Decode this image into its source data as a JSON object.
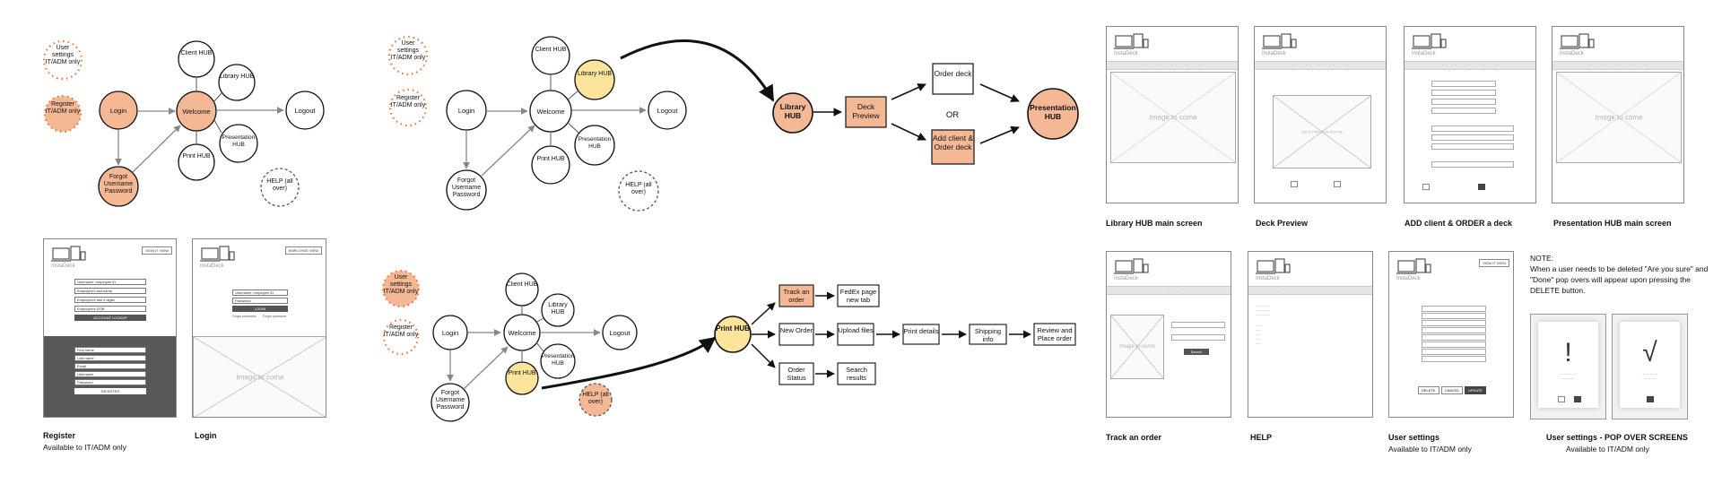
{
  "colors": {
    "orange": "#f5b895",
    "yellow": "#fce49b",
    "stroke": "#111111",
    "dotted_orange": "#e8743a",
    "arrow_gray": "#888888"
  },
  "flow1": {
    "user_settings": "User settings IT/ADM only",
    "register": "Register IT/ADM only",
    "login": "Login",
    "forgot": "Forgot Username Password",
    "welcome": "Welcome",
    "client_hub": "Client HUB",
    "library_hub": "Library HUB",
    "presentation_hub": "Presentation HUB",
    "print_hub": "Print HUB",
    "logout": "Logout",
    "help": "HELP (all over)"
  },
  "flow2": {
    "user_settings": "User settings IT/ADM only",
    "register": "Register IT/ADM only",
    "login": "Login",
    "forgot": "Forgot Username Password",
    "welcome": "Welcome",
    "client_hub": "Client HUB",
    "library_hub": "Library HUB",
    "presentation_hub": "Presentation HUB",
    "print_hub": "Print HUB",
    "logout": "Logout",
    "help": "HELP (all over)"
  },
  "flow_library": {
    "library_hub": "Library HUB",
    "deck_preview": "Deck Preview",
    "order_deck": "Order deck",
    "or": "OR",
    "add_client": "Add client & Order deck",
    "presentation_hub": "Presentation HUB"
  },
  "flow3": {
    "user_settings": "User settings IT/ADM only",
    "register": "Register IT/ADM only",
    "login": "Login",
    "forgot": "Forgot Username Password",
    "welcome": "Welcome",
    "client_hub": "Client HUB",
    "library_hub": "Library HUB",
    "presentation_hub": "Presentation HUB",
    "print_hub": "Print HUB",
    "logout": "Logout",
    "help": "HELP (all over)"
  },
  "flow_print": {
    "print_hub": "Print HUB",
    "track_order": "Track an order",
    "fedex": "FedEx page new tab",
    "new_order": "New Order",
    "upload_files": "Upload files",
    "print_details": "Print details",
    "shipping_info": "Shipping info",
    "review_place": "Review and Place order",
    "order_status": "Order Status",
    "search_results": "Search results"
  },
  "screens": {
    "logo_text": "InstaDeck",
    "image_to_come": "Image to come",
    "register": {
      "caption": "Register",
      "sub": "Available to IT/ADM only",
      "top_button": "SIGN IT VIEW",
      "fields": [
        "Username: employee ID",
        "Employee's last name",
        "Employee's last 4 digits",
        "Employee's DOB"
      ],
      "lookup": "ACCOUNT LOOKUP",
      "lower_fields": [
        "First name",
        "Last name",
        "Email",
        "Username",
        "Password"
      ],
      "register_btn": "REGISTER"
    },
    "login": {
      "caption": "Login",
      "top_button": "EMPLOYEE VIEW",
      "fields": [
        "Username: employee ID",
        "Password"
      ],
      "login_btn": "LOGIN",
      "forgot_links": [
        "Forgot username",
        "Forgot password"
      ]
    },
    "library_main": {
      "caption": "Library HUB main screen"
    },
    "deck_preview": {
      "caption": "Deck Preview",
      "preview_label": "DECK PREVIEW PDF file"
    },
    "add_client": {
      "caption": "ADD client & ORDER a deck"
    },
    "presentation_main": {
      "caption": "Presentation HUB main screen"
    },
    "track_order": {
      "caption": "Track an order",
      "search_btn": "Search"
    },
    "help": {
      "caption": "HELP"
    },
    "user_settings": {
      "caption": "User settings",
      "sub": "Available to IT/ADM only",
      "buttons": [
        "DELETE",
        "CANCEL",
        "UPDATE"
      ],
      "top_button": "SIGN IT VIEW"
    },
    "popovers": {
      "caption": "User settings -  POP OVER SCREENS",
      "sub": "Available to IT/ADM only",
      "note_title": "NOTE:",
      "note_text": "When a user needs to be deleted \"Are you sure\" and \"Done\" pop overs will appear upon pressing the DELETE button.",
      "glyph_1": "!",
      "glyph_2": "√"
    }
  }
}
